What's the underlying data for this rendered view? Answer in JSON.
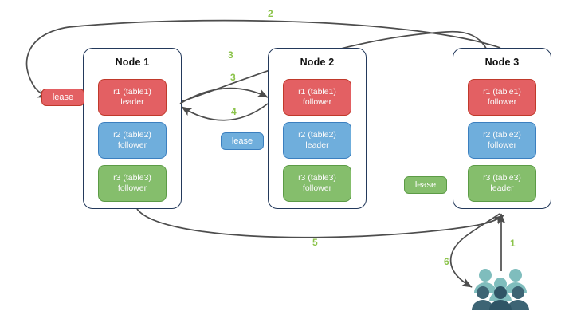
{
  "diagram": {
    "title": "Distributed database lease / replica routing diagram",
    "colors": {
      "replica_red": "#E36063",
      "replica_blue": "#6FAEDC",
      "replica_green": "#85BE6C",
      "node_border": "#23395B",
      "arrow": "#4D4D4D",
      "step_label": "#8BC34A",
      "users_light": "#7FBDBD",
      "users_dark": "#3D6474"
    },
    "nodes": [
      {
        "id": "node-1",
        "title": "Node 1",
        "replicas": [
          {
            "id": "r1",
            "line1": "r1 (table1)",
            "line2": "leader",
            "color": "red"
          },
          {
            "id": "r2",
            "line1": "r2 (table2)",
            "line2": "follower",
            "color": "blue"
          },
          {
            "id": "r3",
            "line1": "r3 (table3)",
            "line2": "follower",
            "color": "green"
          }
        ]
      },
      {
        "id": "node-2",
        "title": "Node 2",
        "replicas": [
          {
            "id": "r1",
            "line1": "r1 (table1)",
            "line2": "follower",
            "color": "red"
          },
          {
            "id": "r2",
            "line1": "r2 (table2)",
            "line2": "leader",
            "color": "blue"
          },
          {
            "id": "r3",
            "line1": "r3 (table3)",
            "line2": "follower",
            "color": "green"
          }
        ]
      },
      {
        "id": "node-3",
        "title": "Node 3",
        "replicas": [
          {
            "id": "r1",
            "line1": "r1 (table1)",
            "line2": "follower",
            "color": "red"
          },
          {
            "id": "r2",
            "line1": "r2 (table2)",
            "line2": "follower",
            "color": "blue"
          },
          {
            "id": "r3",
            "line1": "r3 (table3)",
            "line2": "leader",
            "color": "green"
          }
        ]
      }
    ],
    "leases": [
      {
        "id": "lease-table1",
        "label": "lease",
        "color": "red"
      },
      {
        "id": "lease-table2",
        "label": "lease",
        "color": "blue"
      },
      {
        "id": "lease-table3",
        "label": "lease",
        "color": "green"
      }
    ],
    "steps": [
      {
        "id": "step-1",
        "label": "1"
      },
      {
        "id": "step-2",
        "label": "2"
      },
      {
        "id": "step-3a",
        "label": "3"
      },
      {
        "id": "step-3b",
        "label": "3"
      },
      {
        "id": "step-4",
        "label": "4"
      },
      {
        "id": "step-5",
        "label": "5"
      },
      {
        "id": "step-6",
        "label": "6"
      }
    ],
    "actors": {
      "users_icon": "users-icon"
    }
  }
}
